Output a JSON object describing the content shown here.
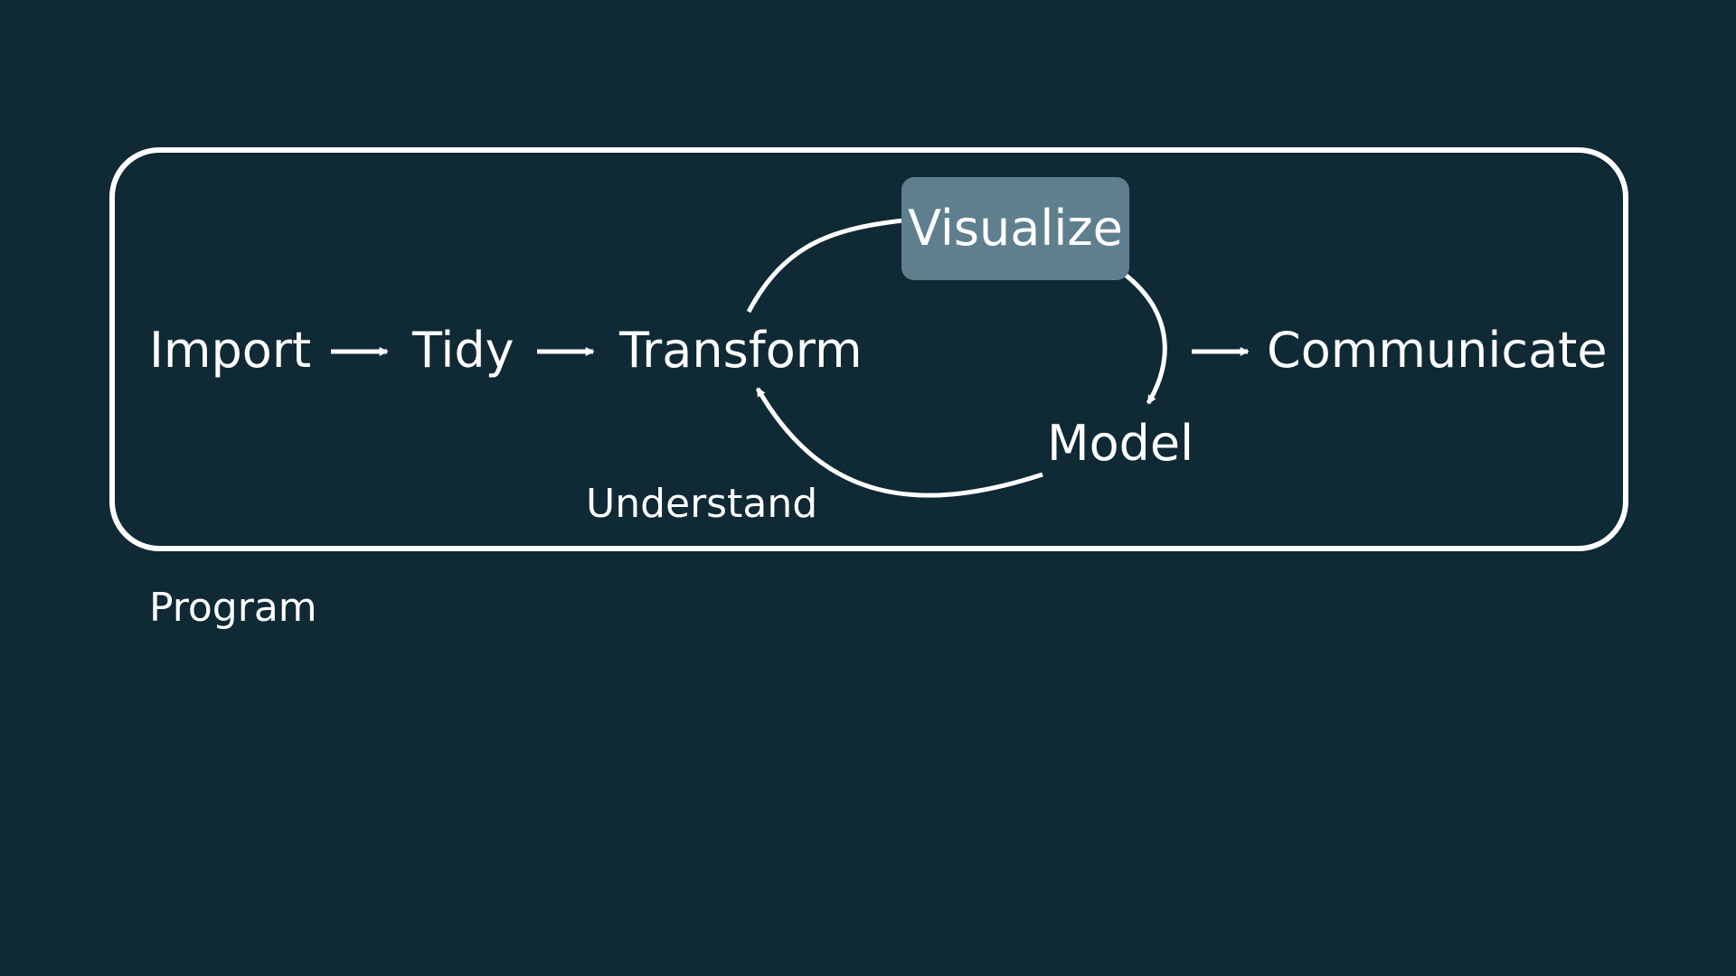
{
  "colors": {
    "background": "#0f2935",
    "foreground": "#ffffff",
    "highlight": "#5f7f8f"
  },
  "nodes": {
    "import": "Import",
    "tidy": "Tidy",
    "transform": "Transform",
    "visualize": "Visualize",
    "model": "Model",
    "communicate": "Communicate"
  },
  "labels": {
    "understand": "Understand",
    "program": "Program"
  },
  "highlighted_node": "visualize"
}
